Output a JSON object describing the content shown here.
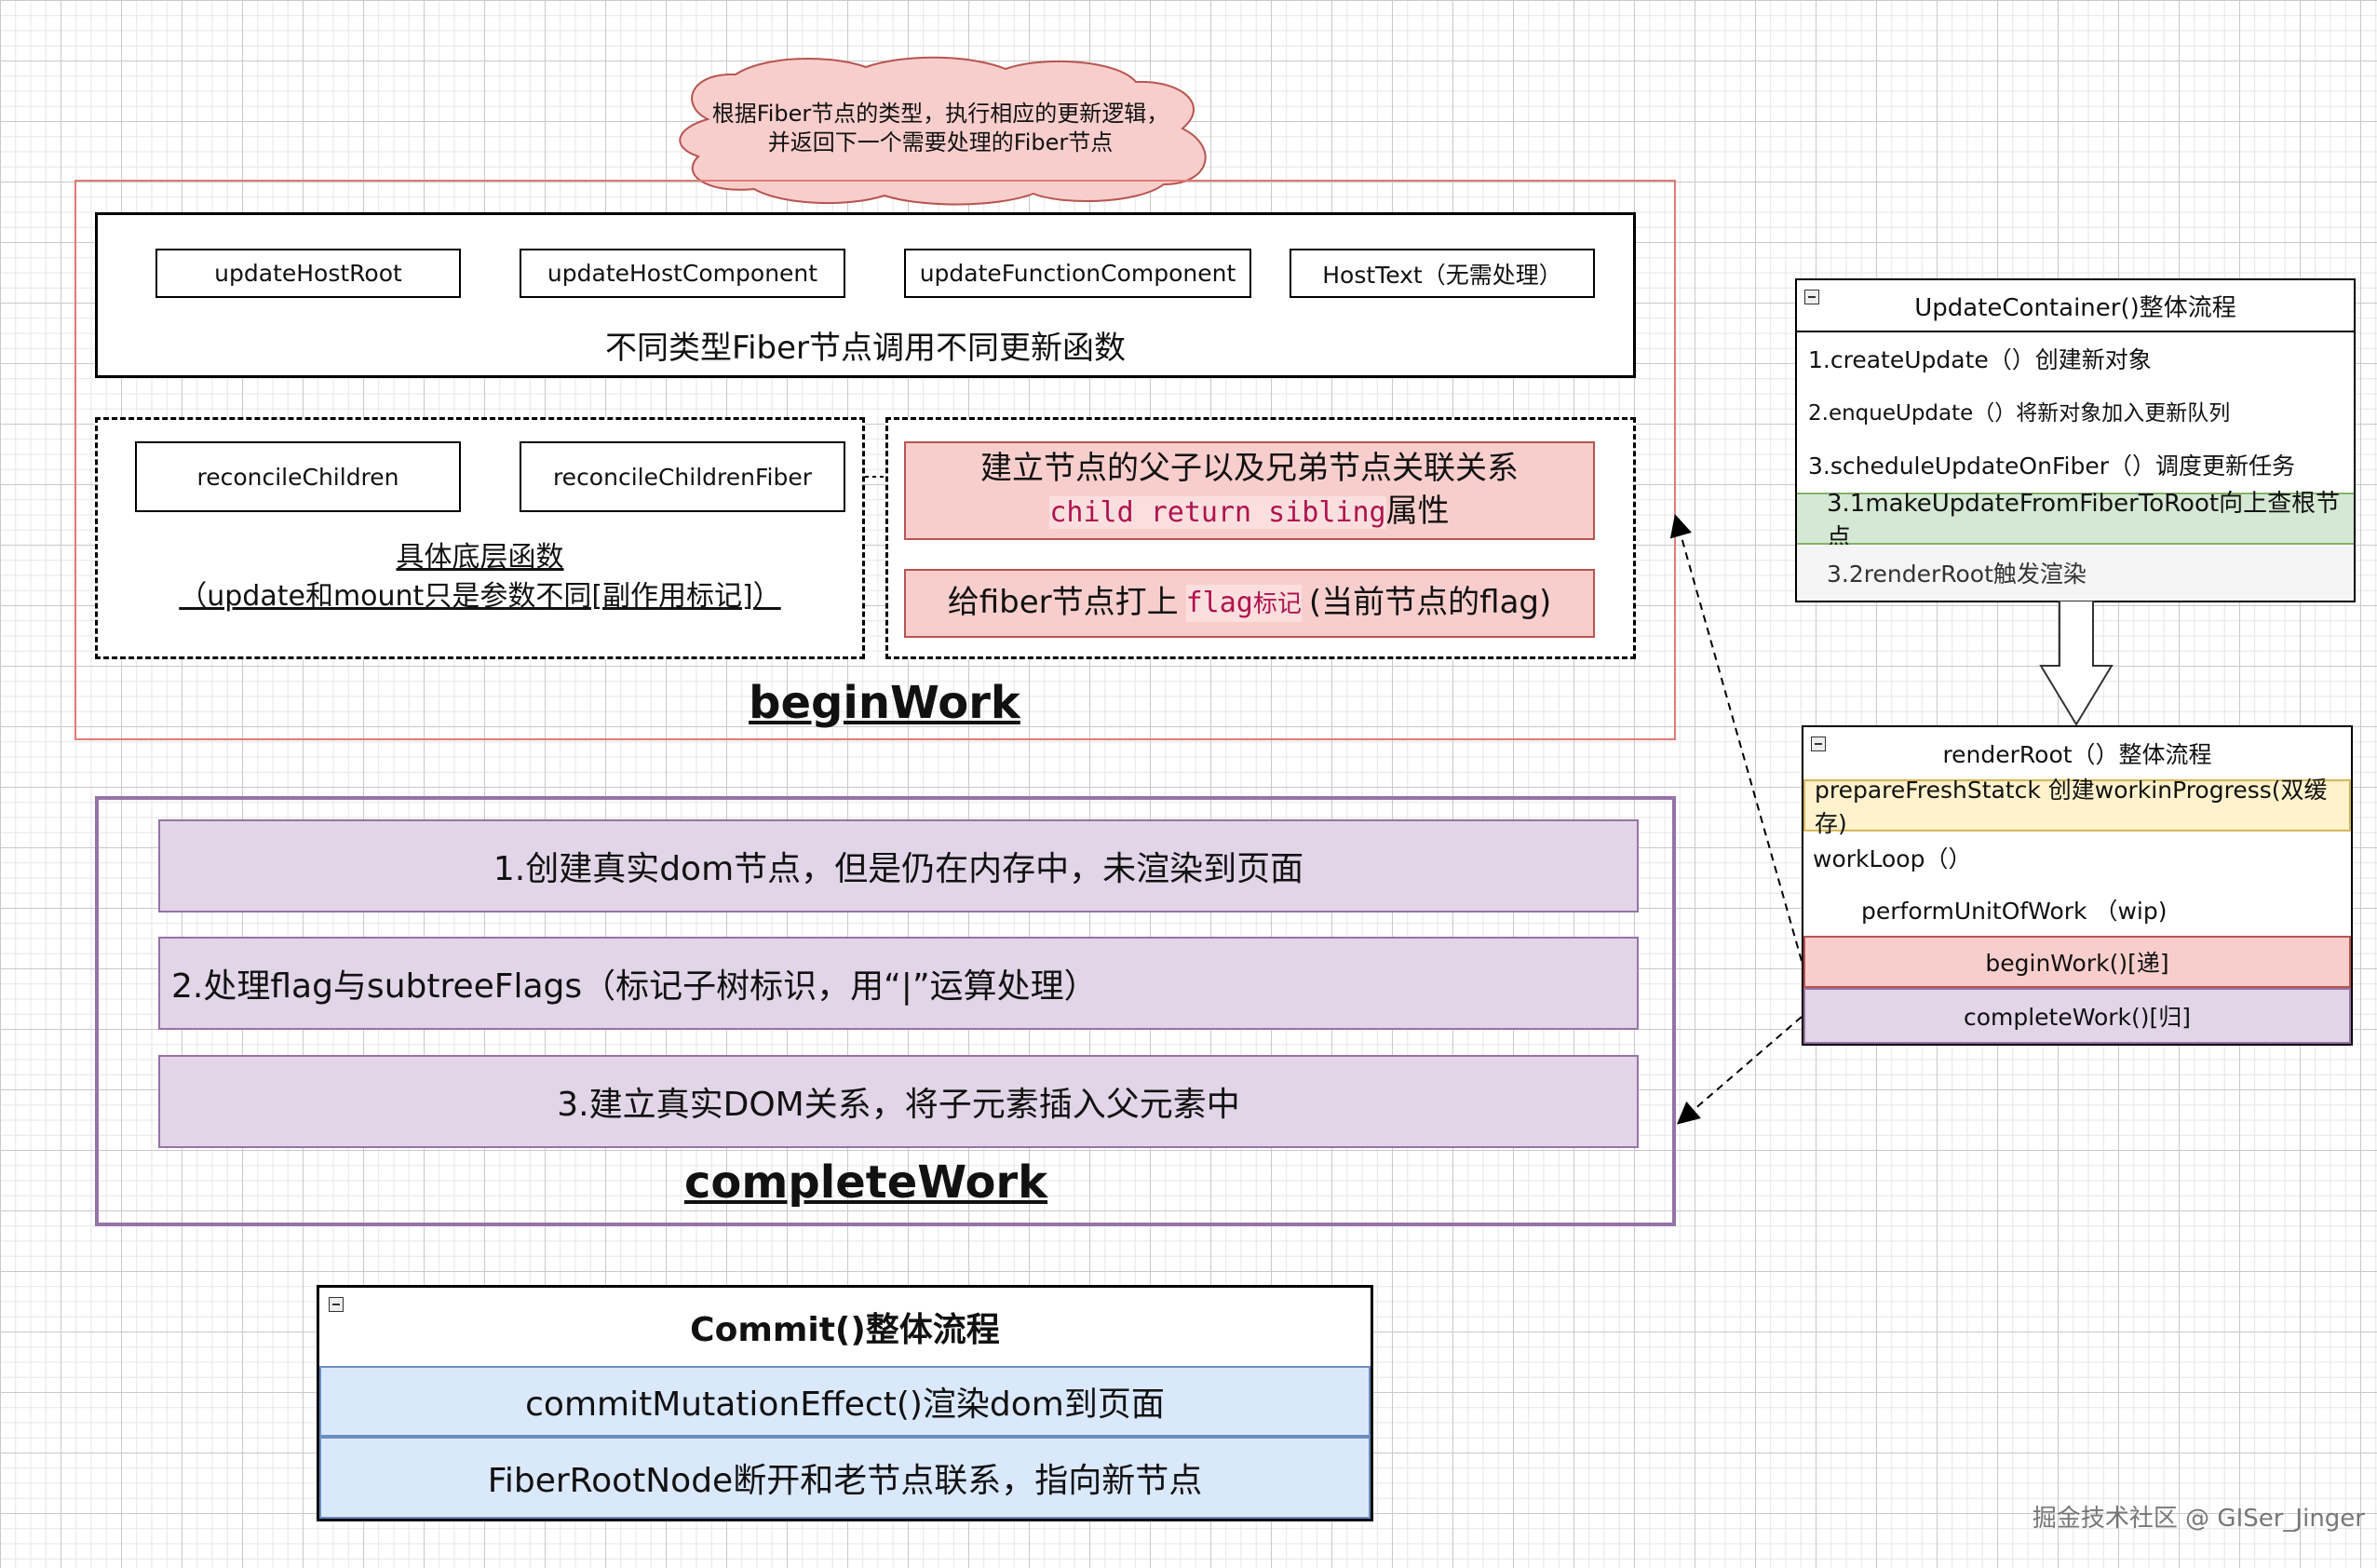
{
  "cloud": {
    "line1": "根据Fiber节点的类型，执行相应的更新逻辑，",
    "line2": "并返回下一个需要处理的Fiber节点"
  },
  "begin_work": {
    "title": "beginWork",
    "update_functions": [
      "updateHostRoot",
      "updateHostComponent",
      "updateFunctionComponent",
      "HostText（无需处理）"
    ],
    "update_caption": "不同类型Fiber节点调用不同更新函数",
    "reconcile_functions": [
      "reconcileChildren",
      "reconcileChildrenFiber"
    ],
    "reconcile_caption_line1": "具体底层函数",
    "reconcile_caption_line2": "（update和mount只是参数不同[副作用标记]）",
    "relation_line1": "建立节点的父子以及兄弟节点关联关系",
    "relation_code": "child return sibling",
    "relation_suffix": "属性",
    "flag_prefix": "给fiber节点打上",
    "flag_code": "flag",
    "flag_code_suffix": "标记",
    "flag_suffix": "(当前节点的flag)"
  },
  "complete_work": {
    "title": "completeWork",
    "steps": [
      "1.创建真实dom节点，但是仍在内存中，未渲染到页面",
      "2.处理flag与subtreeFlags（标记子树标识，用“|”运算处理）",
      "3.建立真实DOM关系，将子元素插入父元素中"
    ]
  },
  "update_container": {
    "title": "UpdateContainer()整体流程",
    "rows": [
      "1.createUpdate（）创建新对象",
      "2.enqueUpdate（）将新对象加入更新队列",
      "3.scheduleUpdateOnFiber（）调度更新任务",
      "3.1makeUpdateFromFiberToRoot向上查根节点",
      "3.2renderRoot触发渲染"
    ]
  },
  "render_root": {
    "title": "renderRoot（）整体流程",
    "rows": [
      "prepareFreshStatck 创建workinProgress(双缓存)",
      "workLoop（）",
      "performUnitOfWork （wip)",
      "beginWork()[递]",
      "completeWork()[归]"
    ]
  },
  "commit": {
    "title": "Commit()整体流程",
    "rows": [
      "commitMutationEffect()渲染dom到页面",
      "FiberRootNode断开和老节点联系，指向新节点"
    ]
  },
  "watermark": "掘金技术社区 @ GISer_Jinger",
  "colors": {
    "pink_fill": "#f8cecc",
    "pink_stroke": "#b85450",
    "purple_fill": "#e1d5e7",
    "purple_stroke": "#9673a6",
    "green_fill": "#d5e8d4",
    "yellow_fill": "#fff2cc",
    "blue_fill": "#dae8fc",
    "blue_stroke": "#6c8ebf",
    "red_frame": "#e07b76"
  }
}
